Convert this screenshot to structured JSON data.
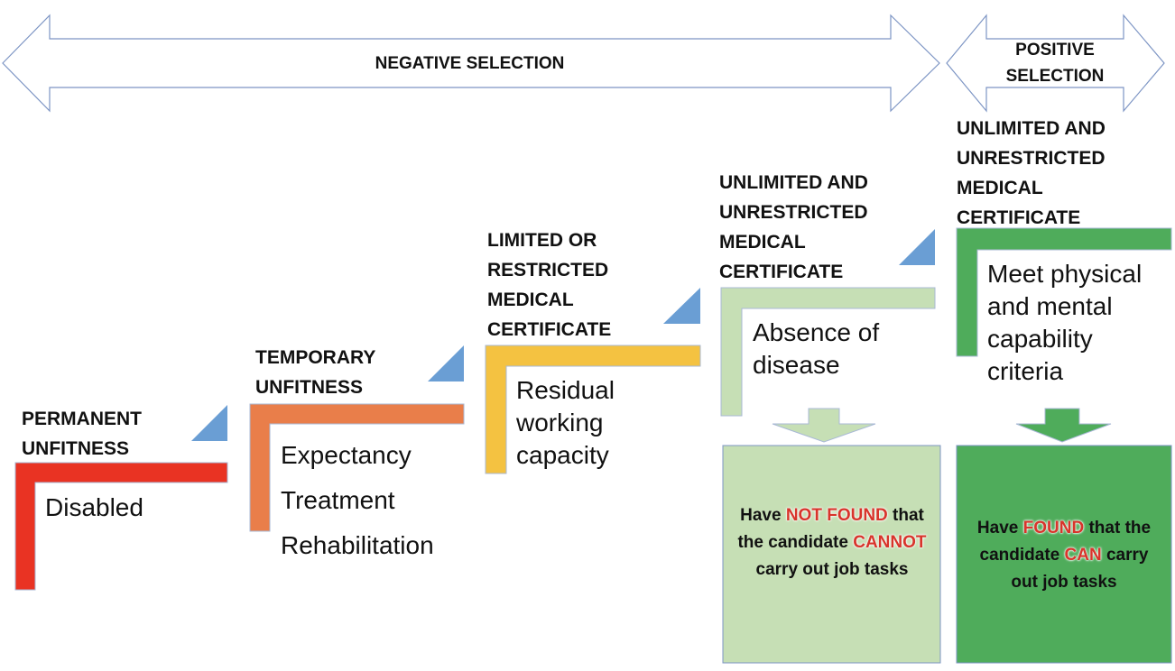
{
  "selection": {
    "negative": "NEGATIVE SELECTION",
    "positive_line1": "POSITIVE",
    "positive_line2": "SELECTION"
  },
  "stages": [
    {
      "heading": [
        "PERMANENT",
        "UNFITNESS"
      ],
      "lines": [
        "Disabled"
      ],
      "color": "#e93323"
    },
    {
      "heading": [
        "TEMPORARY",
        "UNFITNESS"
      ],
      "lines": [
        "Expectancy",
        "Treatment",
        "Rehabilitation"
      ],
      "color": "#e97e4a"
    },
    {
      "heading": [
        "LIMITED OR",
        "RESTRICTED",
        "MEDICAL",
        "CERTIFICATE"
      ],
      "lines": [
        "Residual",
        "working",
        "capacity"
      ],
      "color": "#f4c241"
    },
    {
      "heading": [
        "UNLIMITED AND",
        "UNRESTRICTED",
        "MEDICAL",
        "CERTIFICATE"
      ],
      "lines": [
        "Absence of",
        "disease"
      ],
      "color": "#c6dfb5"
    },
    {
      "heading": [
        "UNLIMITED AND",
        "UNRESTRICTED",
        "MEDICAL",
        "CERTIFICATE"
      ],
      "lines": [
        "Meet physical",
        "and mental",
        "capability",
        "criteria"
      ],
      "color": "#4fac5b"
    }
  ],
  "outcomes": [
    {
      "part1": "Have ",
      "highlight1": "NOT FOUND",
      "part2": " that the candidate ",
      "highlight2": "CANNOT",
      "part3": " carry out job tasks",
      "color": "#c6dfb5"
    },
    {
      "part1": "Have ",
      "highlight1": "FOUND",
      "part2": " that the candidate ",
      "highlight2": "CAN",
      "part3": " carry out job tasks",
      "color": "#4fac5b"
    }
  ],
  "colors": {
    "accent_triangle": "#6a9ed4",
    "highlight": "#d8342b",
    "arrow_outline": "#7d95c4"
  }
}
